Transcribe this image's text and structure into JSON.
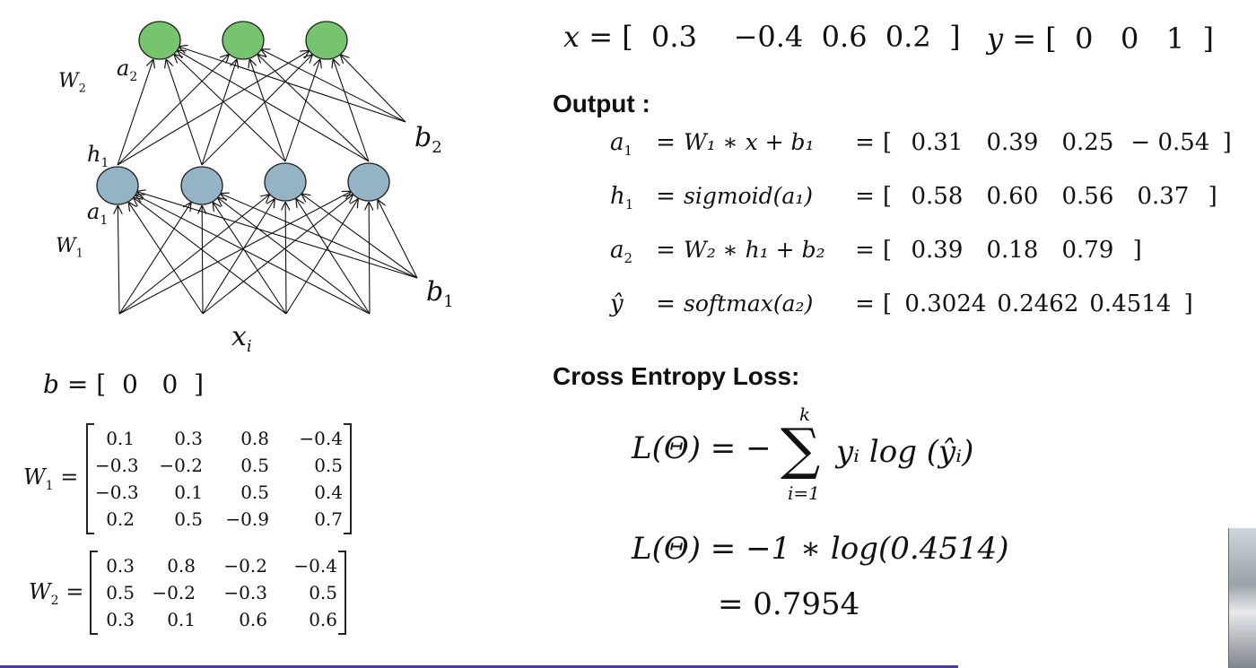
{
  "network": {
    "label_a2": "a",
    "label_a2_sub": "2",
    "label_W2": "W",
    "label_W2_sub": "2",
    "label_h1": "h",
    "label_h1_sub": "1",
    "label_a1": "a",
    "label_a1_sub": "1",
    "label_W1": "W",
    "label_W1_sub": "1",
    "label_b2": "b",
    "label_b2_sub": "2",
    "label_b1": "b",
    "label_b1_sub": "1",
    "label_x": "x",
    "label_x_sub": "i",
    "output_color": "#77c46e",
    "hidden_color": "#94b4c6"
  },
  "b_vector": {
    "lhs": "b",
    "values": [
      "0",
      "0"
    ]
  },
  "W1": {
    "lhs": "W",
    "sub": "1",
    "rows": [
      [
        "0.1",
        "0.3",
        "0.8",
        "−0.4"
      ],
      [
        "−0.3",
        "−0.2",
        "0.5",
        "0.5"
      ],
      [
        "−0.3",
        "0.1",
        "0.5",
        "0.4"
      ],
      [
        "0.2",
        "0.5",
        "−0.9",
        "0.7"
      ]
    ]
  },
  "W2": {
    "lhs": "W",
    "sub": "2",
    "rows": [
      [
        "0.3",
        "0.8",
        "−0.2",
        "−0.4"
      ],
      [
        "0.5",
        "−0.2",
        "−0.3",
        "0.5"
      ],
      [
        "0.3",
        "0.1",
        "0.6",
        "0.6"
      ]
    ]
  },
  "inputs": {
    "x_lhs": "x",
    "x_values": [
      "0.3",
      "−0.4",
      "0.6",
      "0.2"
    ],
    "y_lhs": "y",
    "y_values": [
      "0",
      "0",
      "1"
    ]
  },
  "output_heading": "Output :",
  "equations": [
    {
      "lhs": "a",
      "lhs_sub": "1",
      "rhs": "W₁ ∗ x + b₁",
      "values": [
        "0.31",
        "0.39",
        "0.25",
        "− 0.54"
      ]
    },
    {
      "lhs": "h",
      "lhs_sub": "1",
      "rhs": "sigmoid(a₁)",
      "values": [
        "0.58",
        "0.60",
        "0.56",
        "0.37"
      ]
    },
    {
      "lhs": "a",
      "lhs_sub": "2",
      "rhs": "W₂ ∗ h₁ + b₂",
      "values": [
        "0.39",
        "0.18",
        "0.79"
      ]
    },
    {
      "lhs": "ŷ",
      "lhs_sub": "",
      "rhs": "softmax(a₂)",
      "values": [
        "0.3024",
        "0.2462",
        "0.4514"
      ]
    }
  ],
  "loss_heading": "Cross Entropy Loss:",
  "loss": {
    "formula_lhs": "L(Θ) = −",
    "sum_upper": "k",
    "sum_lower": "i=1",
    "formula_rhs": "yᵢ log (ŷᵢ)",
    "line2": "L(Θ) = −1 ∗ log(0.4514)",
    "line3": "= 0.7954"
  }
}
